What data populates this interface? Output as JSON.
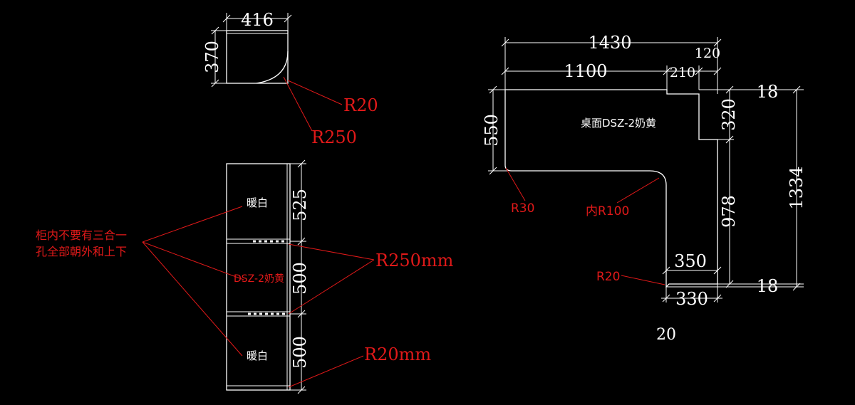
{
  "colors": {
    "background": "#000000",
    "lines": "#ffffff",
    "annotation": "#e01919"
  },
  "small_box": {
    "width_dim": "416",
    "height_dim": "370",
    "radius_small": "R20",
    "radius_large": "R250"
  },
  "cabinet": {
    "dims": [
      "525",
      "500",
      "500"
    ],
    "top_panel_label": "暖白",
    "middle_panel_label": "DSZ-2奶黄",
    "bottom_panel_label": "暖白",
    "note_line1": "柜内不要有三合一",
    "note_line2": "孔全部朝外和上下",
    "radius_large": "R250mm",
    "radius_small": "R20mm"
  },
  "desk": {
    "total_width": "1430",
    "top_left_width": "1100",
    "notch_width": "210",
    "notch_right": "120",
    "left_depth": "550",
    "notch_depth": "320",
    "right_length": "978",
    "total_height": "1334",
    "edge_top": "18",
    "edge_bottom": "18",
    "leg_inner": "350",
    "leg_outer": "330",
    "surface_label": "桌面DSZ-2奶黄",
    "radius_corner": "R30",
    "radius_inner": "内R100",
    "radius_leg": "R20",
    "scale_note": "20"
  }
}
